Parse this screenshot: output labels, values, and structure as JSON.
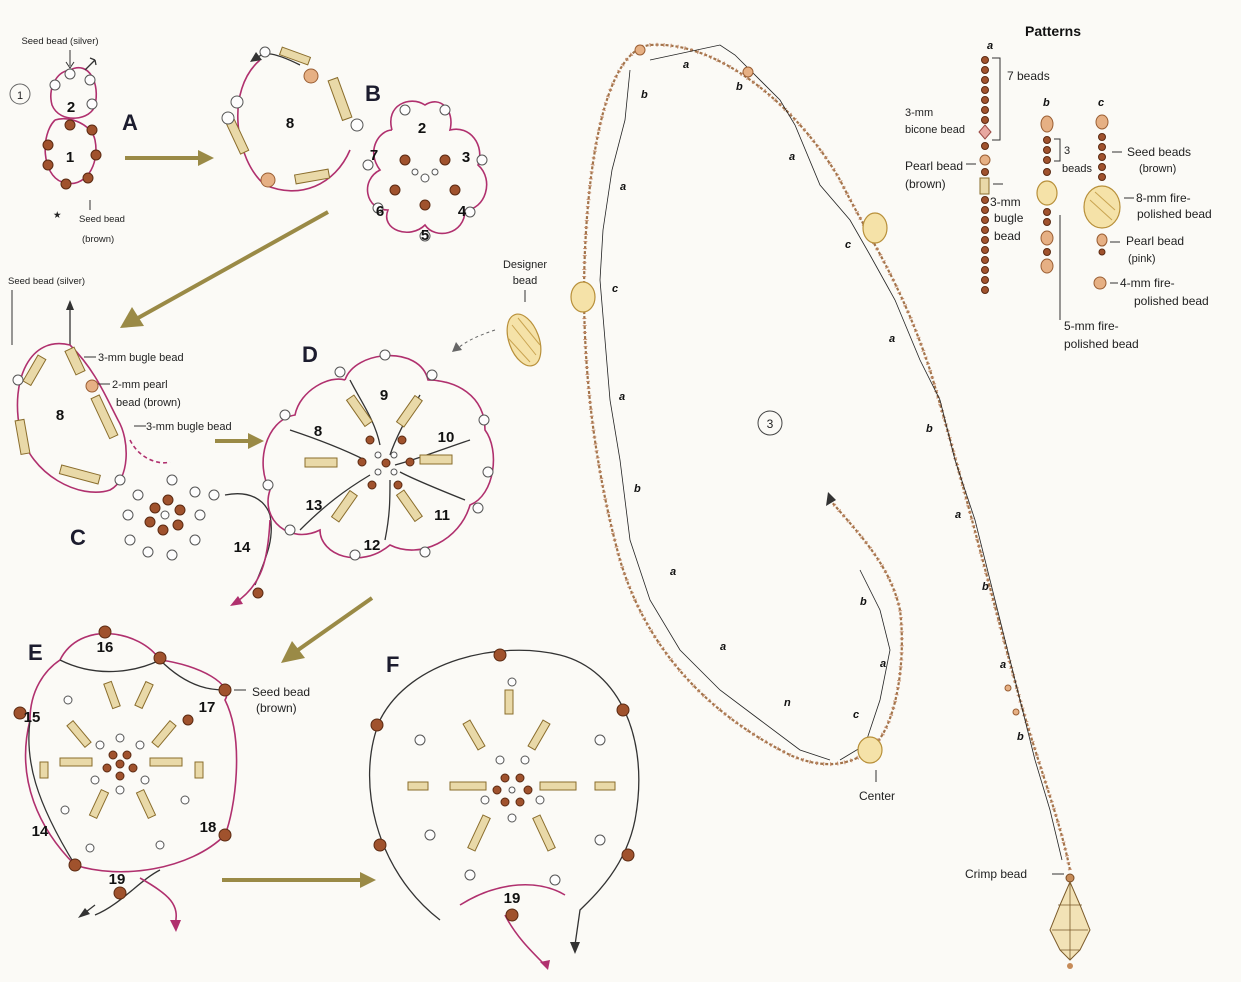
{
  "step_markers": [
    "1",
    "3"
  ],
  "panels": {
    "A": {
      "letter": "A",
      "numbers": [
        "1",
        "2"
      ],
      "labels": {
        "top": "Seed bead (silver)",
        "bottom1": "Seed bead",
        "bottom2": "(brown)"
      }
    },
    "B": {
      "letter": "B",
      "numbers": [
        "8",
        "2",
        "3",
        "7",
        "4",
        "6",
        "5"
      ]
    },
    "C": {
      "letter": "C",
      "numbers": [
        "8",
        "14"
      ],
      "labels": {
        "top": "Seed bead (silver)",
        "bugle1": "3-mm bugle bead",
        "pearl1": "2-mm pearl",
        "pearl2": "bead (brown)",
        "bugle2": "3-mm bugle bead"
      }
    },
    "D": {
      "letter": "D",
      "numbers": [
        "9",
        "8",
        "10",
        "13",
        "11",
        "12"
      ],
      "designer1": "Designer",
      "designer2": "bead"
    },
    "E": {
      "letter": "E",
      "numbers": [
        "16",
        "15",
        "17",
        "14",
        "18",
        "19"
      ],
      "label1": "Seed bead",
      "label2": "(brown)"
    },
    "F": {
      "letter": "F",
      "numbers": [
        "19"
      ]
    }
  },
  "necklace": {
    "segments": [
      "a",
      "b",
      "b",
      "a",
      "a",
      "c",
      "c",
      "a",
      "a",
      "b",
      "b",
      "a",
      "a",
      "b",
      "b",
      "a",
      "n",
      "c",
      "a",
      "b",
      "a"
    ],
    "center_label": "Center",
    "crimp_label": "Crimp bead"
  },
  "patterns": {
    "title": "Patterns",
    "col_a": "a",
    "col_b": "b",
    "col_c": "c",
    "beads7": "7 beads",
    "beads3_1": "3",
    "beads3_2": "beads",
    "bicone1": "3-mm",
    "bicone2": "bicone bead",
    "pearl_brown1": "Pearl bead",
    "pearl_brown2": "(brown)",
    "bugle1": "3-mm",
    "bugle2": "bugle",
    "bugle3": "bead",
    "seed1": "Seed beads",
    "seed2": "(brown)",
    "fp8_1": "8-mm fire-",
    "fp8_2": "polished bead",
    "pearl_pink1": "Pearl bead",
    "pearl_pink2": "(pink)",
    "fp4_1": "4-mm fire-",
    "fp4_2": "polished bead",
    "fp5_1": "5-mm fire-",
    "fp5_2": "polished bead"
  }
}
